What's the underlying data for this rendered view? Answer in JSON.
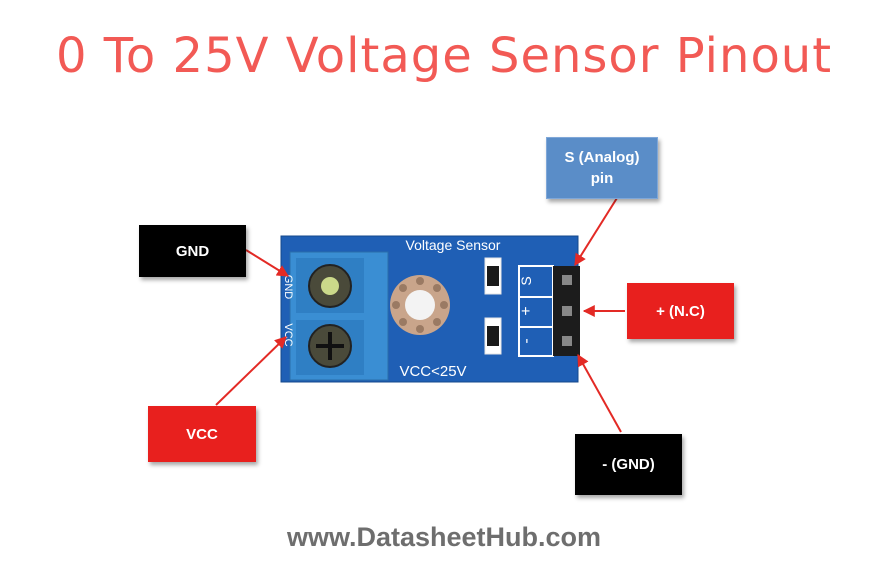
{
  "title": "0 To 25V Voltage Sensor Pinout",
  "footer": "www.DatasheetHub.com",
  "board": {
    "heading": "Voltage Sensor",
    "rating": "VCC<25V",
    "terminal_labels": [
      "GND",
      "VCC"
    ],
    "header_labels": [
      "S",
      "+",
      "-"
    ]
  },
  "labels": {
    "gnd": "GND",
    "vcc": "VCC",
    "signal_line1": "S (Analog)",
    "signal_line2": "pin",
    "plus": "+ (N.C)",
    "minus": "- (GND)"
  },
  "colors": {
    "title": "#f25a55",
    "board": "#1f5fb5",
    "arrow": "#e32a25",
    "label_black": "#000000",
    "label_red": "#e8201e",
    "label_blue": "#5a8dc8"
  }
}
